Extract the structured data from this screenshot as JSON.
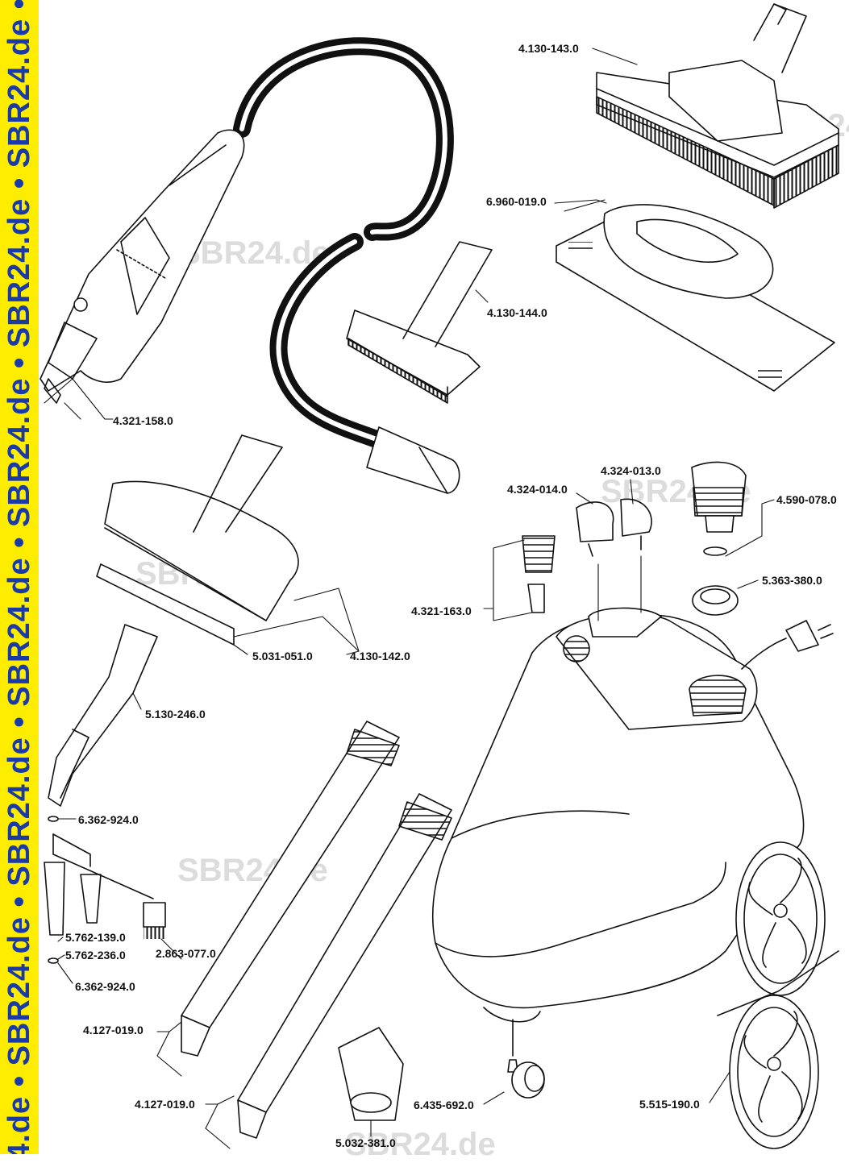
{
  "watermark_strip_text": "24.de • SBR24.de • SBR24.de • SBR24.de • SBR24.de • SBR24.de • SBR24.de • SBR24.de • SBR2",
  "watermarks": [
    "SBR24.de",
    "SBR24.de",
    "SBR24.de",
    "SBR24.de",
    "SBR24.de",
    "SBR24.de"
  ],
  "part_numbers": {
    "p4130143": "4.130-143.0",
    "p6960019": "6.960-019.0",
    "p4130144": "4.130-144.0",
    "p4321158": "4.321-158.0",
    "p4324013": "4.324-013.0",
    "p4324014": "4.324-014.0",
    "p4590078": "4.590-078.0",
    "p5363380": "5.363-380.0",
    "p4321163": "4.321-163.0",
    "p5031051": "5.031-051.0",
    "p4130142": "4.130-142.0",
    "p5130246": "5.130-246.0",
    "p6362924a": "6.362-924.0",
    "p5762139": "5.762-139.0",
    "p5762236": "5.762-236.0",
    "p2863077": "2.863-077.0",
    "p6362924b": "6.362-924.0",
    "p4127019a": "4.127-019.0",
    "p4127019b": "4.127-019.0",
    "p6435692": "6.435-692.0",
    "p5032381": "5.032-381.0",
    "p5515190": "5.515-190.0"
  }
}
